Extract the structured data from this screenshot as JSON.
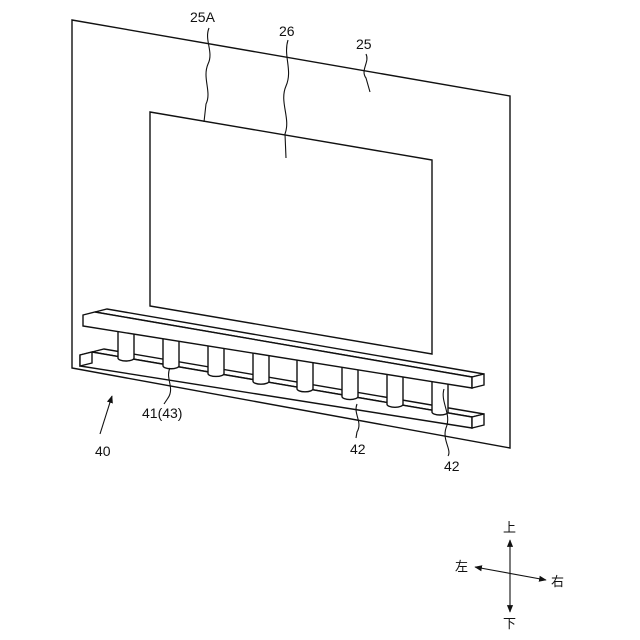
{
  "labels": {
    "panel": "25",
    "panel_surface": "25A",
    "display": "26",
    "stand_unit": "40",
    "pillar": "41(43)",
    "rail_front": "42",
    "rail_back": "42"
  },
  "compass": {
    "up": "上",
    "down": "下",
    "left": "左",
    "right": "右"
  }
}
